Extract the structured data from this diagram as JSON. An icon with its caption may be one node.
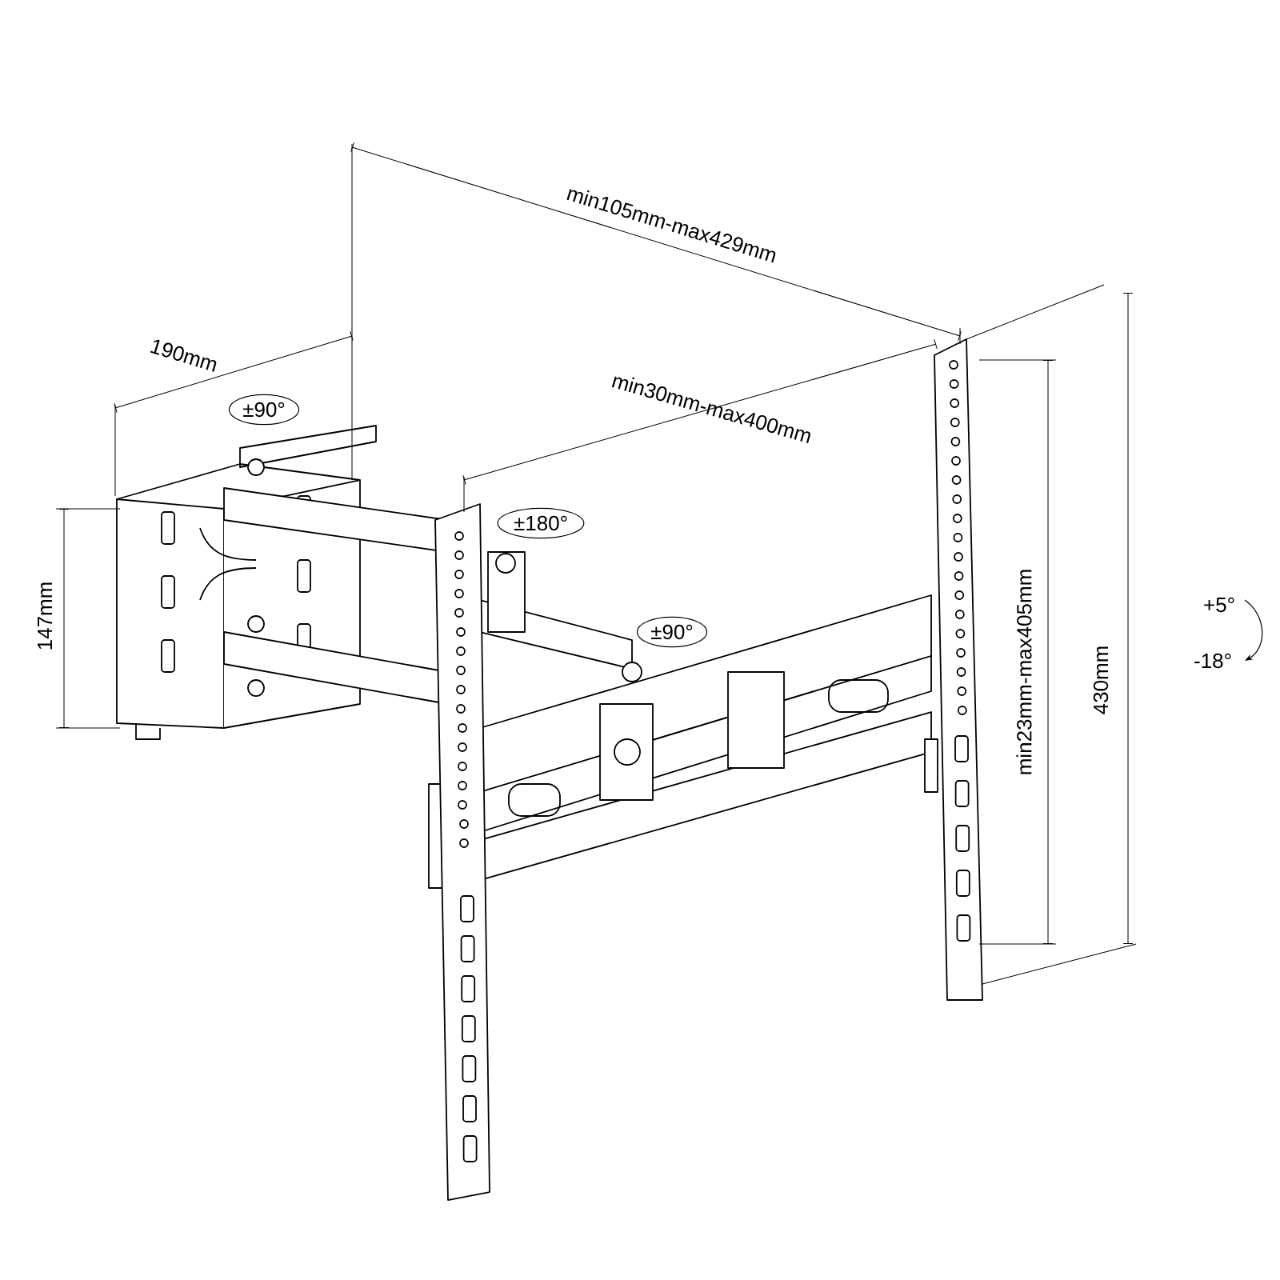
{
  "diagram": {
    "labels": [
      "min105mm-max429mm",
      "190mm",
      "±90°",
      "min30mm-max400mm",
      "±180°",
      "±90°",
      "147mm",
      "min23mm-max405mm",
      "430mm",
      "+5°",
      "-18°"
    ]
  }
}
